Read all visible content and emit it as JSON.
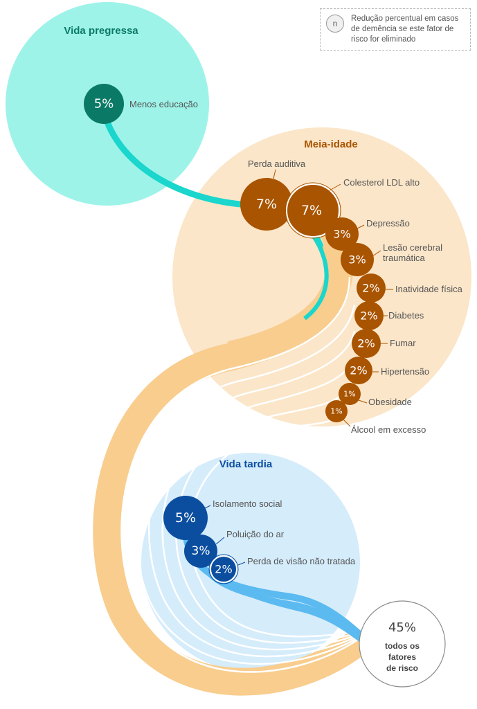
{
  "legend": {
    "symbol": "n",
    "text": "Redução percentual em casos de demência se este fator de risco for eliminado"
  },
  "stages": {
    "early": {
      "title": "Vida pregressa",
      "color": "#0a7a66"
    },
    "mid": {
      "title": "Meia-idade",
      "color": "#a95400"
    },
    "late": {
      "title": "Vida tardia",
      "color": "#0b4ea0"
    }
  },
  "factors": {
    "education": {
      "pct": "5%",
      "label": "Menos educação"
    },
    "hearing": {
      "pct": "7%",
      "label": "Perda auditiva"
    },
    "ldl": {
      "pct": "7%",
      "label": "Colesterol LDL alto"
    },
    "depression": {
      "pct": "3%",
      "label": "Depressão"
    },
    "tbi": {
      "pct": "3%",
      "label_line1": "Lesão cerebral",
      "label_line2": "traumática"
    },
    "inactivity": {
      "pct": "2%",
      "label": "Inatividade física"
    },
    "diabetes": {
      "pct": "2%",
      "label": "Diabetes"
    },
    "smoking": {
      "pct": "2%",
      "label": "Fumar"
    },
    "hypertension": {
      "pct": "2%",
      "label": "Hipertensão"
    },
    "obesity": {
      "pct": "1%",
      "label": "Obesidade"
    },
    "alcohol": {
      "pct": "1%",
      "label": "Álcool em excesso"
    },
    "isolation": {
      "pct": "5%",
      "label": "Isolamento social"
    },
    "pollution": {
      "pct": "3%",
      "label": "Poluição do ar"
    },
    "vision": {
      "pct": "2%",
      "label": "Perda de visão não tratada"
    }
  },
  "total": {
    "pct": "45%",
    "line1": "todos os",
    "line2": "fatores",
    "line3": "de risco"
  },
  "colors": {
    "early_bg": "#9ef3e9",
    "mid_bg": "#fbe6c9",
    "late_bg": "#d5ecfb",
    "teal_stream": "#1ad6cc",
    "orange_stream": "#f8cd8e",
    "blue_stream": "#5bbaf0",
    "mid_node": "#a95400",
    "late_node": "#0b4ea0",
    "early_node": "#0a7a66"
  }
}
